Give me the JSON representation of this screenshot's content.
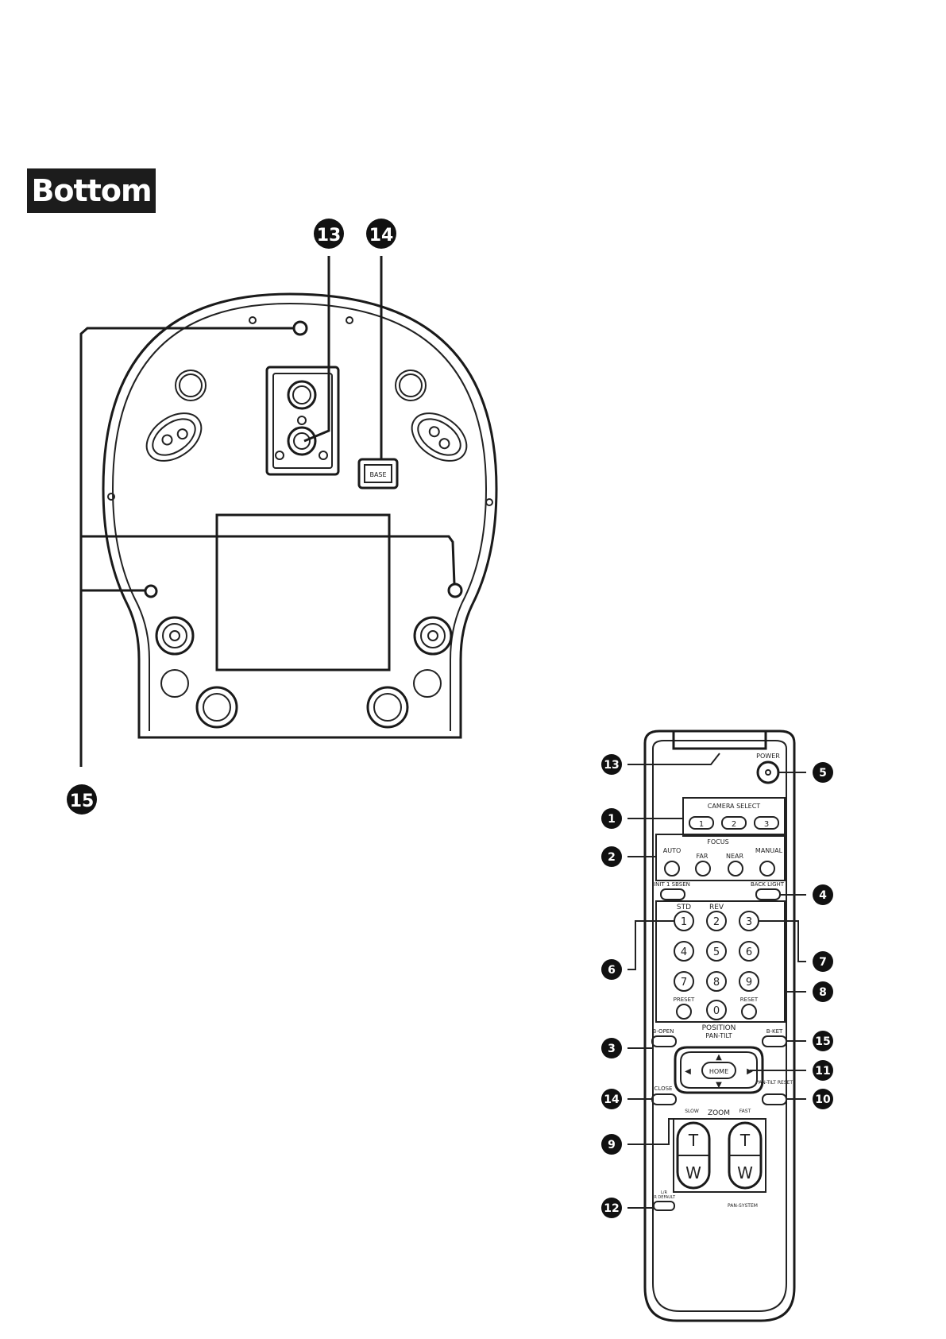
{
  "section_title": "Bottom",
  "callouts": {
    "camera": [
      "13",
      "14",
      "15"
    ],
    "remote": [
      "13",
      "1",
      "2",
      "6",
      "3",
      "14",
      "9",
      "12",
      "5",
      "4",
      "7",
      "8",
      "15",
      "11",
      "10"
    ]
  },
  "camera_labels": {
    "dip_switch": "BASE"
  },
  "remote": {
    "power": "POWER",
    "camera_select": "CAMERA SELECT",
    "camera_select_buttons": [
      "1",
      "2",
      "3"
    ],
    "focus": "FOCUS",
    "auto": "AUTO",
    "manual": "MANUAL",
    "far": "FAR",
    "near": "NEAR",
    "init_left": "INIT 1 SBSEN",
    "back_light": "BACK LIGHT",
    "std": "STD",
    "rev": "REV",
    "numpad": [
      "1",
      "2",
      "3",
      "4",
      "5",
      "6",
      "7",
      "8",
      "9"
    ],
    "preset": "PRESET",
    "zero": "0",
    "reset": "RESET",
    "position": "POSITION",
    "pan_tilt": "PAN-TILT",
    "b_open": "B-OPEN",
    "b_ket": "B-KET",
    "home": "HOME",
    "close": "CLOSE",
    "pan_tilt_reset": "PAN-TILT RESET",
    "zoom": "ZOOM",
    "slow": "SLOW",
    "fast": "FAST",
    "t": "T",
    "w": "W",
    "l_r": "L/R",
    "ir_default": "IR DEFAULT",
    "brand": "PAN-SYSTEM"
  }
}
